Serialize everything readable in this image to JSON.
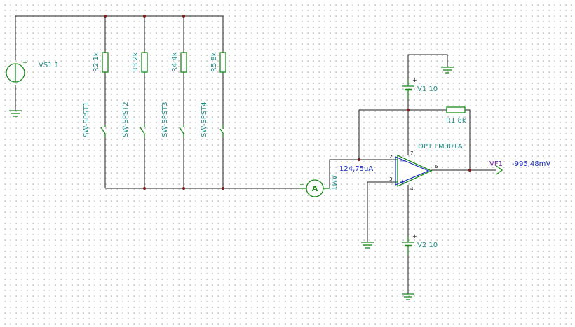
{
  "source": {
    "name": "VS1",
    "value": "1"
  },
  "resistors": [
    {
      "name": "R2",
      "value": "1k"
    },
    {
      "name": "R3",
      "value": "2k"
    },
    {
      "name": "R4",
      "value": "4k"
    },
    {
      "name": "R5",
      "value": "8k"
    }
  ],
  "switches": [
    "SW-SPST1",
    "SW-SPST2",
    "SW-SPST3",
    "SW-SPST4"
  ],
  "feedback_resistor": {
    "name": "R1",
    "value": "8k"
  },
  "opamp": {
    "label": "OP1 LM301A",
    "pins": {
      "inv": "2",
      "noninv": "3",
      "out": "6",
      "vplus": "7",
      "vminus": "4"
    }
  },
  "supplies": [
    {
      "name": "V1",
      "value": "10"
    },
    {
      "name": "V2",
      "value": "10"
    }
  ],
  "ammeter": {
    "name": "AM1",
    "symbol": "A",
    "reading": "124,75uA"
  },
  "voltmeter": {
    "name": "VF1",
    "reading": "-995,48mV"
  },
  "colors": {
    "component": "#1a8a1a",
    "wire": "#222222",
    "label": "#1f8a86",
    "measurement": "#1d2fbf",
    "probe": "#7a28a8",
    "junction": "#7a1a1a",
    "opamp": "#1d2fbf"
  }
}
